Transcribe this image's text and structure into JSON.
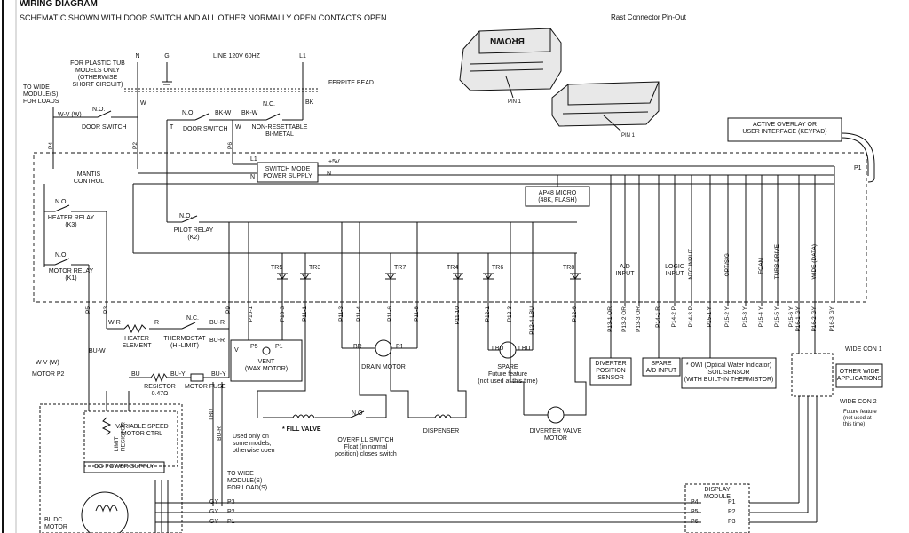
{
  "header": {
    "title": "WIRING DIAGRAM",
    "subtitle": "SCHEMATIC SHOWN WITH DOOR SWITCH AND ALL OTHER NORMALLY OPEN CONTACTS OPEN."
  },
  "rast": {
    "title": "Rast Connector Pin-Out",
    "brand": "BROWN",
    "pin1a": "PIN 1",
    "pin1b": "PIN 1"
  },
  "power": {
    "n": "N",
    "g": "G",
    "l1": "L1",
    "line": "LINE 120V 60HZ",
    "ferrite": "FERRITE BEAD"
  },
  "left": {
    "to_wide": "TO WIDE\nMODULE(S)\nFOR LOADS",
    "plastic_tub": "FOR PLASTIC TUB\nMODELS ONLY\n(OTHERWISE\nSHORT CIRCUIT)",
    "wv": "W-V (W)",
    "door_switch": "DOOR SWITCH",
    "no": "N.O.",
    "w": "W",
    "p4": "P4",
    "p2": "P2"
  },
  "middle_top": {
    "no": "N.O.",
    "bkw": "BK-W",
    "bkw2": "BK-W",
    "nc": "N.C.",
    "bk": "BK",
    "door_switch": "DOOR SWITCH",
    "nonreset": "NON-RESETTABLE\nBI-METAL",
    "t": "T",
    "p6": "P6",
    "w": "W"
  },
  "board": {
    "mantis": "MANTIS\nCONTROL",
    "l1": "L1",
    "plus5": "+5V",
    "n1": "N",
    "n2": "N",
    "smps": "SWITCH MODE\nPOWER SUPPLY",
    "micro": "AP48 MICRO\n(48K, FLASH)",
    "heater_relay": "HEATER RELAY\n(K3)",
    "pilot_relay": "PILOT RELAY\n(K2)",
    "motor_relay": "MOTOR RELAY\n(K1)",
    "no1": "N.O.",
    "no2": "N.O.",
    "no3": "N.O.",
    "p1": "P1",
    "active_overlay": "ACTIVE OVERLAY OR\nUSER INTERFACE (KEYPAD)"
  },
  "triacs": [
    "TR5",
    "TR3",
    "TR7",
    "TR4",
    "TR6",
    "TR8"
  ],
  "inputs": {
    "ad": "A/D\nINPUT",
    "logic": "LOGIC\nINPUT",
    "ntc": "NTC INPUT",
    "opt": "OPT/SIG",
    "foam": "FOAM",
    "turb": "TURB DRIVE",
    "wide": "WIDE (DATA)"
  },
  "pins": [
    "P10-1",
    "P10-3",
    "P11-1",
    "P11-3",
    "P11-4",
    "P11-6",
    "P11-8",
    "P11-10",
    "P12-1",
    "P12-3",
    "P12-4 LBU",
    "P12-6",
    "P13-1 OR",
    "P13-2 OR",
    "P13-3 OR",
    "P14-1 R",
    "P14-2 P",
    "P14-3 P",
    "P15-1 Y",
    "P15-2 Y",
    "P15-3 Y",
    "P15-4 Y",
    "P15-5 Y",
    "P15-6 Y",
    "P16-1 GY",
    "P16-2 GY",
    "P16-3 GY"
  ],
  "loads": {
    "heater": "HEATER\nELEMENT",
    "thermostat": "THERMOSTAT\n(HI-LIMIT)",
    "wr": "W-R",
    "r": "R",
    "nc": "N.C.",
    "bur": "BU-R",
    "bur2": "BU-R",
    "bur3": "BU-R",
    "p3": "P3",
    "p5": "P5",
    "p9": "P9",
    "buw": "BU-W",
    "wv": "W-V (W)",
    "motor_p2": "MOTOR P2",
    "bu": "BU",
    "buy": "BU-Y",
    "buy2": "BU-Y",
    "resistor": "RESISTOR\n0.47Ω",
    "motor_fuse": "MOTOR FUSE",
    "lbu": "LBU",
    "vent": "VENT\n(WAX MOTOR)",
    "vent_v": "V",
    "vent_p5": "P5",
    "vent_p1": "P1",
    "vent_note": "Used only on\nsome models,\notherwise open",
    "drain": "DRAIN MOTOR",
    "br": "BR",
    "p1": "P1",
    "spare": "SPARE\nFuture feature\n(not used at this time)",
    "lbu2": "LBU",
    "lbu3": "LBU",
    "diverter_pos": "DIVERTER\nPOSITION\nSENSOR",
    "spare_ad": "SPARE\nA/D INPUT",
    "owi": "* OWI (Optical Water Indicator)\nSOIL SENSOR\n(WITH BUILT-IN THERMISTOR)",
    "fill_valve": "* FILL VALVE",
    "overfill": "OVERFILL SWITCH\nFloat (in normal\nposition) closes switch",
    "no": "N.O",
    "dispenser": "DISPENSER",
    "diverter_motor": "DIVERTER VALVE\nMOTOR",
    "wide_con1": "WIDE CON 1",
    "wide_con2": "WIDE CON 2",
    "other_wide": "OTHER WIDE\nAPPLICATIONS",
    "future": "Future feature\n(not used at\nthis time)"
  },
  "bottom": {
    "vsmc": "VARIABLE SPEED\nMOTOR CTRL",
    "dc_ps": "DC POWER SUPPLY",
    "limit_resistor": "LIMIT\nRESISTOR",
    "to_wide2": "TO WIDE\nMODULE(S)\nFOR LOAD(S)",
    "bl_dc": "BL DC\nMOTOR",
    "gy": "GY",
    "p3": "P3",
    "p2": "P2",
    "p1": "P1",
    "display_module": "DISPLAY\nMODULE",
    "p4": "P4",
    "p5": "P5",
    "p6": "P6"
  }
}
